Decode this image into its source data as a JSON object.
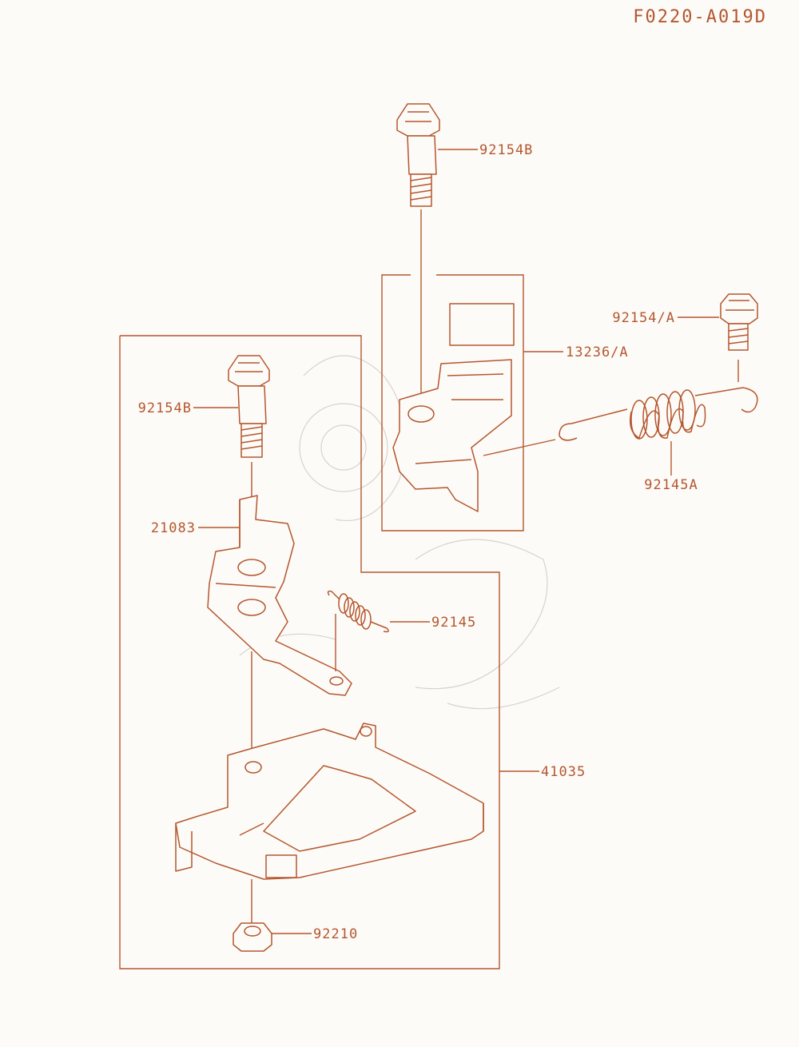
{
  "diagram_code": "F0220-A019D",
  "parts": {
    "bolt_top": "92154B",
    "bolt_left": "92154B",
    "bolt_right": "92154/A",
    "bracket_assy": "13236/A",
    "spring_long": "92145A",
    "lever": "21083",
    "spring_small": "92145",
    "plate": "41035",
    "nut": "92210"
  },
  "colors": {
    "ink": "#b4572e",
    "paper": "#fdfbf8",
    "watermark": "#d9d2cc"
  }
}
